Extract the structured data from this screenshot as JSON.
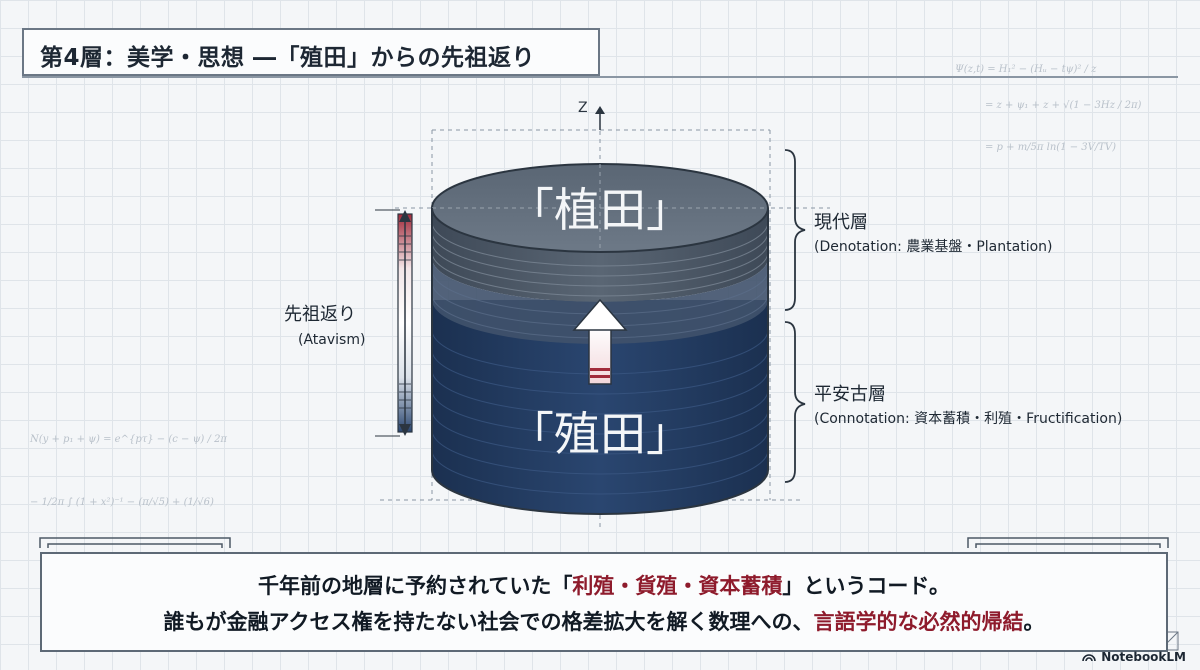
{
  "title": "第4層：美学・思想 ―「殖田」からの先祖返り",
  "diagram": {
    "axis_label": "Z",
    "top_face_text": "「植田」",
    "bottom_text": "「殖田」",
    "left_label": {
      "main": "先祖返り",
      "sub": "(Atavism)"
    },
    "upper_layer": {
      "main": "現代層",
      "sub": "(Denotation: 農業基盤・Plantation)"
    },
    "lower_layer": {
      "main": "平安古層",
      "sub": "(Connotation: 資本蓄積・利殖・Fructification)"
    },
    "colors": {
      "upper": "#4d5a68",
      "lower": "#223a5e",
      "accent": "#a12a3a"
    }
  },
  "caption": {
    "line1_pre": "千年前の地層に予約されていた「",
    "line1_hl": "利殖・貨殖・資本蓄積",
    "line1_post": "」というコード。",
    "line2_pre": "誰もが金融アクセス権を持たない社会での格差拡大を解く数理への、",
    "line2_hl": "言語学的な必然的帰結",
    "line2_post": "。"
  },
  "brand": "NotebookLM",
  "formulas": [
    "Ψ(z,t) = H₁² − (Hᵤ − tψ)² / z",
    "= z + ψ₁ + z + √(1 − 3Hz / 2π)",
    "= p + m/5π ln(1 − 3V/TV)",
    "N(y + p₁ + ψ) = e^{pτ} − (c − ψ) / 2π",
    "− 1/2π ∫ (1 + x²)⁻¹ − (π/√5) + (1/√6)"
  ]
}
